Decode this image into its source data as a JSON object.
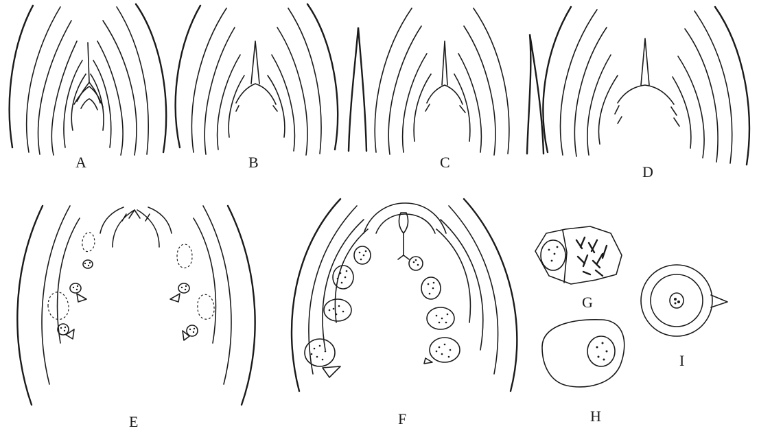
{
  "figure": {
    "labels": {
      "a": "A",
      "b": "B",
      "c": "C",
      "d": "D",
      "e": "E",
      "f": "F",
      "g": "G",
      "h": "H",
      "i": "I"
    }
  }
}
